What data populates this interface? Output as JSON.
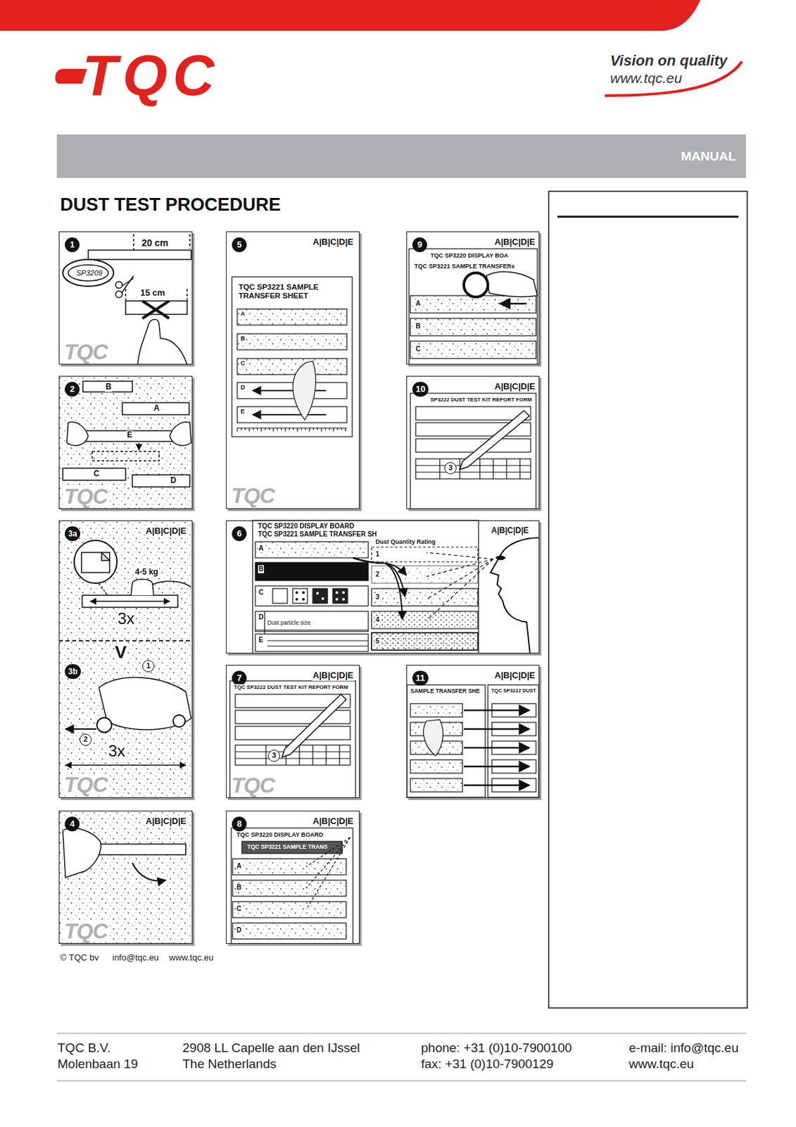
{
  "diagram": {
    "title": "DUST TEST PROCEDURE",
    "nodes": [
      {
        "text": [
          "MANUAL"
        ]
      },
      {
        "text": [
          "1",
          "20 cm",
          "SP3209",
          "15 cm",
          "TQC"
        ]
      },
      {
        "text": [
          "2",
          "B",
          "A",
          "E",
          "C",
          "D",
          "TQC"
        ]
      },
      {
        "text": [
          "3a",
          "A|B|C|D|E",
          "4-5 kg",
          "3x",
          "V",
          "3b",
          "1",
          "2",
          "3x",
          "TQC"
        ]
      },
      {
        "text": [
          "4",
          "A|B|C|D|E",
          "TQC"
        ]
      },
      {
        "text": [
          "5",
          "A|B|C|D|E",
          "TQC SP3221 SAMPLE TRANSFER SHEET",
          "A",
          "B",
          "C",
          "D",
          "E",
          "TQC"
        ]
      },
      {
        "text": [
          "6",
          "A|B|C|D|E",
          "TQC SP3220 DISPLAY BOARD",
          "TQC SP3221 SAMPLE TRANSFER SH",
          "Dust Quantity Rating",
          "A",
          "B",
          "C",
          "D",
          "Dust particle size",
          "E",
          "1",
          "2",
          "3",
          "4",
          "5"
        ]
      },
      {
        "text": [
          "7",
          "A|B|C|D|E",
          "TQC SP3222 DUST TEST KIT REPORT FORM",
          "3",
          "TQC"
        ]
      },
      {
        "text": [
          "8",
          "A|B|C|D|E",
          "TQC SP3220 DISPLAY BOARD",
          "TQC SP3221 SAMPLE TRANS",
          "A",
          "B",
          "C",
          "D"
        ]
      },
      {
        "text": [
          "9",
          "A|B|C|D|E",
          "TQC SP3220 DISPLAY BOA",
          "TQC SP3221 SAMPLE TRANSFERs",
          "A",
          "B",
          "C"
        ]
      },
      {
        "text": [
          "10",
          "A|B|C|D|E",
          "SP3222 DUST TEST KIT REPORT FORM",
          "3"
        ]
      },
      {
        "text": [
          "11",
          "A|B|C|D|E",
          "SAMPLE TRANSFER SHE",
          "TQC SP3222 DUST"
        ]
      }
    ],
    "labels": [
      "TQC",
      "Vision on quality",
      "www.tqc.eu",
      "© TQC bv",
      "info@tqc.eu",
      "www.tqc.eu",
      "TQC B.V.",
      "Molenbaan 19",
      "2908 LL  Capelle aan den IJssel",
      "The Netherlands",
      "phone: +31 (0)10-7900100",
      "fax:        +31 (0)10-7900129",
      "e-mail: info@tqc.eu",
      "www.tqc.eu"
    ]
  }
}
